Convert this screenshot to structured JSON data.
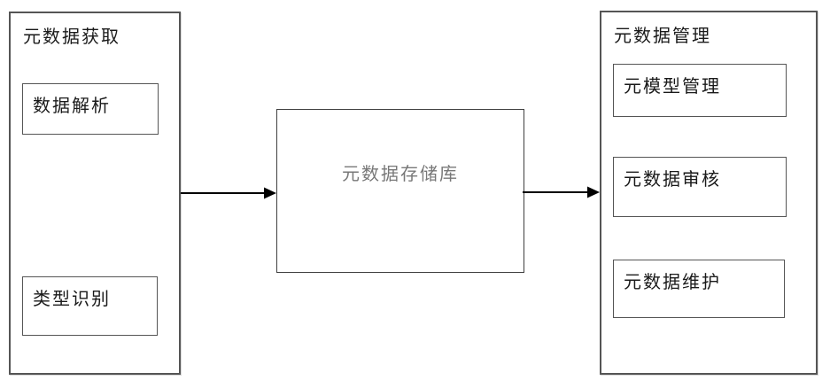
{
  "diagram": {
    "groups": {
      "acquisition": {
        "title": "元数据获取",
        "items": [
          {
            "label": "数据解析"
          },
          {
            "label": "类型识别"
          }
        ]
      },
      "repository": {
        "label": "元数据存储库"
      },
      "management": {
        "title": "元数据管理",
        "items": [
          {
            "label": "元模型管理"
          },
          {
            "label": "元数据审核"
          },
          {
            "label": "元数据维护"
          }
        ]
      }
    },
    "connections": [
      {
        "from": "元数据获取",
        "to": "元数据存储库",
        "direction": "right"
      },
      {
        "from": "元数据存储库",
        "to": "元数据管理",
        "direction": "right"
      }
    ],
    "colors": {
      "border": "#555555",
      "text": "#1a1a1a",
      "repository_text": "#787878",
      "arrow": "#000000",
      "background": "#ffffff"
    }
  }
}
